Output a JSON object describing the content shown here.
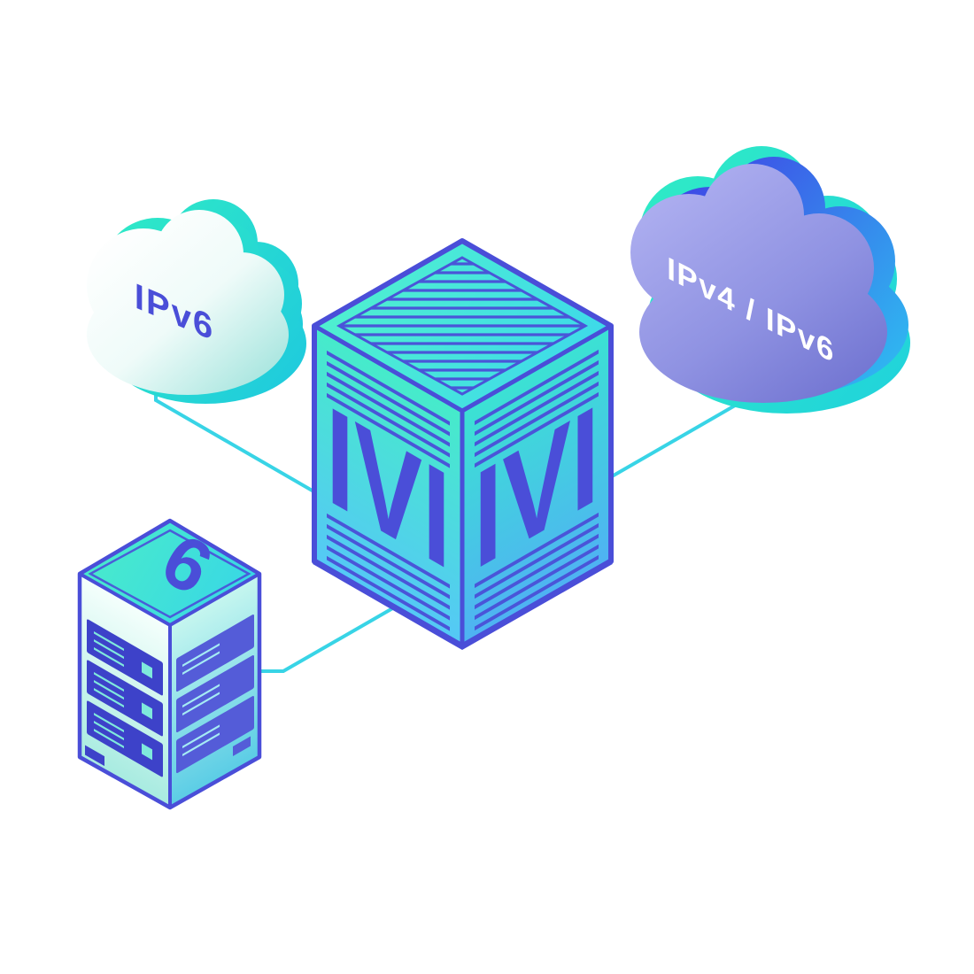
{
  "diagram": {
    "left_cloud": {
      "label": "IPv6"
    },
    "right_cloud": {
      "label": "IPv4 / IPv6"
    },
    "translator_box": {
      "left_face_label": "IVI",
      "right_face_label": "IVI"
    },
    "server_rack": {
      "top_label": "6"
    },
    "colors": {
      "indigo": "#4A4ED8",
      "stripe_indigo": "#4A55D8",
      "teal": "#2FEAC6",
      "line_cyan": "#38D4E6",
      "cloud_purple": "#8F92E2",
      "cloud_blue": "#3E49E6",
      "white_text": "#FFFFFF"
    }
  }
}
